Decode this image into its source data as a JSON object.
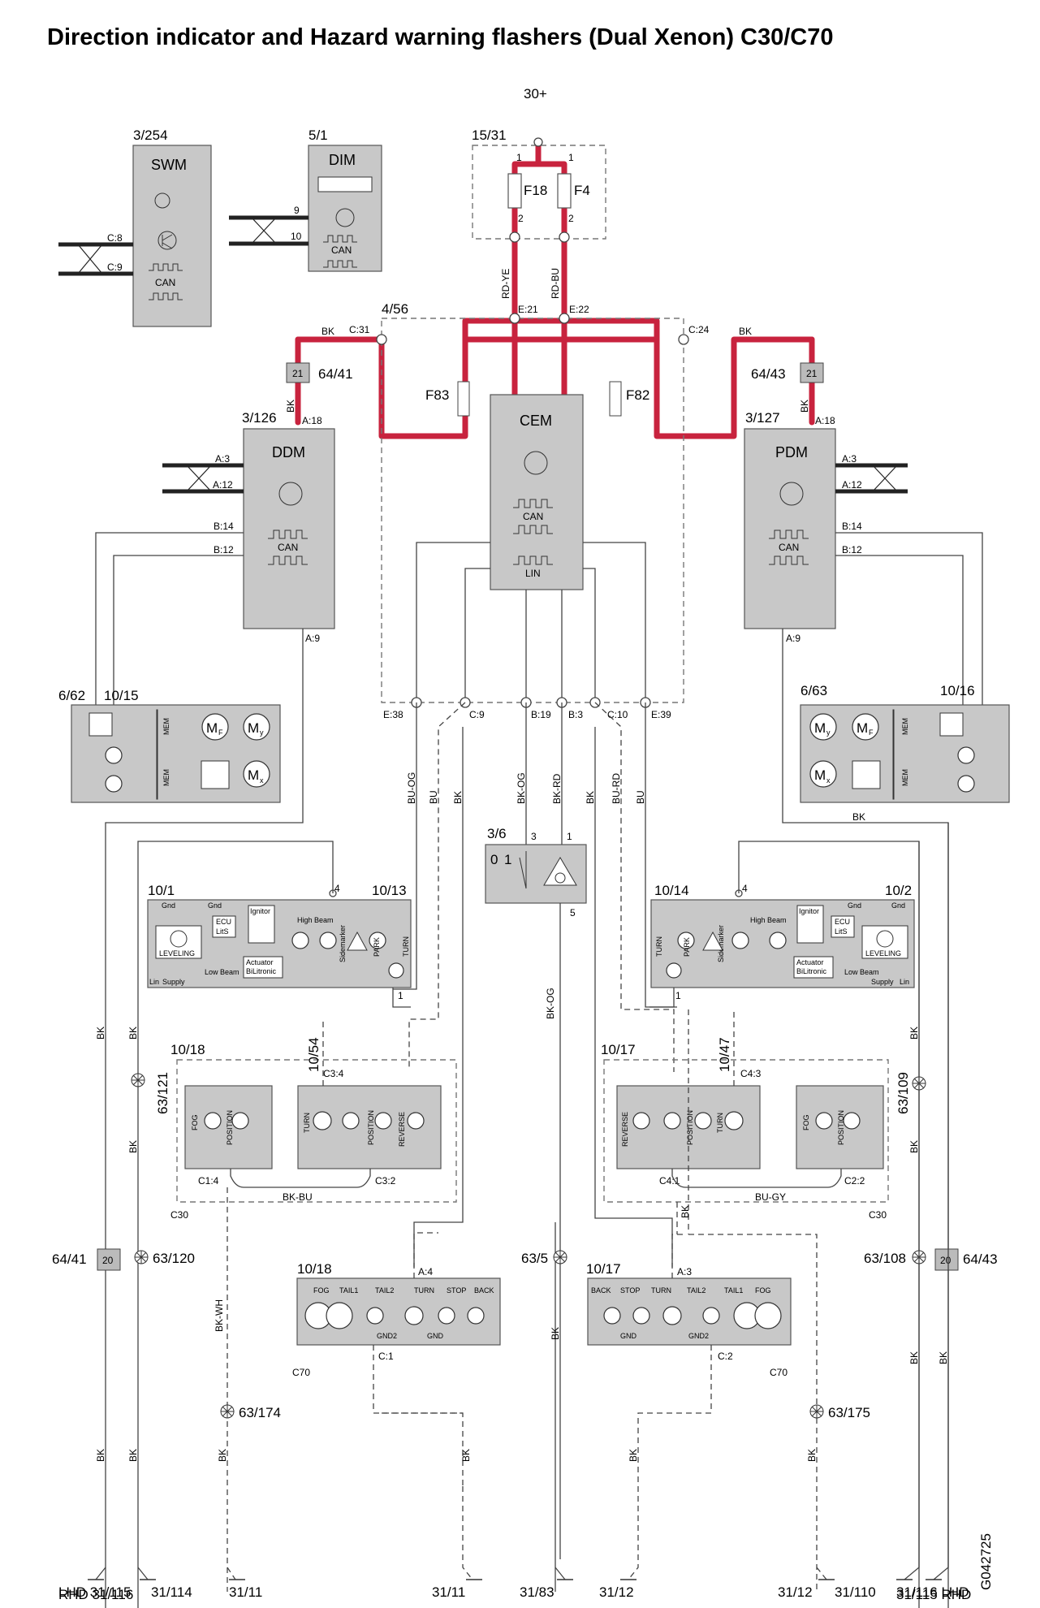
{
  "title": "Direction indicator and Hazard warning flashers (Dual Xenon) C30/C70",
  "supply": "30+",
  "fuse_box": {
    "id": "15/31",
    "fuses": [
      "F18",
      "F4"
    ],
    "pins": [
      "1",
      "1",
      "2",
      "2"
    ]
  },
  "modules": {
    "swm": {
      "id": "3/254",
      "name": "SWM",
      "pins": [
        "C:8",
        "C:9"
      ],
      "can": "CAN"
    },
    "dim": {
      "id": "5/1",
      "name": "DIM",
      "pins": [
        "9",
        "10"
      ],
      "can": "CAN"
    },
    "cem_group": {
      "id": "4/56"
    },
    "cem": {
      "name": "CEM",
      "can": "CAN",
      "lin": "LIN",
      "fuses": [
        "F83",
        "F82"
      ]
    },
    "ddm": {
      "id": "3/126",
      "name": "DDM",
      "can": "CAN",
      "pins": [
        "A:18",
        "A:3",
        "A:12",
        "B:14",
        "B:12",
        "A:9"
      ]
    },
    "pdm": {
      "id": "3/127",
      "name": "PDM",
      "can": "CAN",
      "pins": [
        "A:18",
        "A:3",
        "A:12",
        "B:14",
        "B:12",
        "A:9"
      ]
    }
  },
  "cem_pins": [
    "C:31",
    "E:21",
    "E:22",
    "C:24",
    "E:38",
    "C:9",
    "B:19",
    "B:3",
    "C:10",
    "E:39"
  ],
  "wires": {
    "rd_ye": "RD-YE",
    "rd_bu": "RD-BU",
    "bk": "BK",
    "bu_og": "BU-OG",
    "bu": "BU",
    "bk_og": "BK-OG",
    "bk_rd": "BK-RD",
    "bu_rd": "BU-RD",
    "bk_bu": "BK-BU",
    "bu_gy": "BU-GY",
    "bk_wh": "BK-WH"
  },
  "connectors": {
    "c21_left": "21",
    "c21_right": "21",
    "id_64_41": "64/41",
    "id_64_43": "64/43",
    "c20_left": "20",
    "c20_right": "20",
    "id_64_41_b": "64/41",
    "id_64_43_b": "64/43"
  },
  "mirrors": {
    "left": {
      "id": "6/62",
      "sub": "10/15",
      "labels": [
        "M",
        "M",
        "M"
      ],
      "subs": [
        "F",
        "y",
        "x"
      ],
      "mem": [
        "MEM",
        "MEM"
      ]
    },
    "right": {
      "id": "6/63",
      "sub": "10/16",
      "labels": [
        "M",
        "M",
        "M"
      ],
      "subs": [
        "y",
        "F",
        "x"
      ],
      "mem": [
        "MEM",
        "MEM"
      ]
    }
  },
  "hazard_switch": {
    "id": "3/6",
    "pins": [
      "3",
      "1",
      "5"
    ],
    "positions": [
      "0",
      "1"
    ]
  },
  "headlamps": {
    "left": {
      "id": "10/1",
      "sub": "10/13",
      "pin_top": "4",
      "pin_bottom": "1",
      "labels": [
        "Gnd",
        "Gnd",
        "ECU",
        "LitS",
        "Ignitor",
        "High Beam",
        "Sidemarker",
        "PARK",
        "TURN",
        "LEVELING",
        "Actuator",
        "BiLitronic",
        "Lin",
        "Supply",
        "Low Beam"
      ]
    },
    "right": {
      "id": "10/2",
      "sub": "10/14",
      "pin_top": "4",
      "pin_bottom": "1",
      "labels": [
        "Gnd",
        "Gnd",
        "ECU",
        "LitS",
        "Ignitor",
        "High Beam",
        "Sidemarker",
        "PARK",
        "TURN",
        "LEVELING",
        "Actuator",
        "BiLitronic",
        "Lin",
        "Supply",
        "Low Beam"
      ]
    }
  },
  "tail_c30": {
    "left": {
      "id": "10/18",
      "sub": "10/54",
      "pins": [
        "C3:4",
        "C1:4",
        "C3:2"
      ],
      "lamps_a": [
        "FOG",
        "POSITION"
      ],
      "lamps_b": [
        "TURN",
        "",
        "POSITION",
        "REVERSE"
      ],
      "model": "C30"
    },
    "right": {
      "id": "10/17",
      "sub": "10/47",
      "pins": [
        "C4:3",
        "C4:1",
        "C2:2"
      ],
      "lamps_a": [
        "REVERSE",
        "",
        "POSITION",
        "TURN"
      ],
      "lamps_b": [
        "FOG",
        "POSITION"
      ],
      "model": "C30"
    }
  },
  "tail_c70": {
    "left": {
      "id": "10/18",
      "pin_top": "A:4",
      "pin_bottom": "C:1",
      "lamps": [
        "FOG",
        "TAIL1",
        "TAIL2",
        "TURN",
        "STOP",
        "BACK"
      ],
      "gnd": [
        "GND2",
        "GND"
      ],
      "model": "C70"
    },
    "right": {
      "id": "10/17",
      "pin_top": "A:3",
      "pin_bottom": "C:2",
      "lamps": [
        "BACK",
        "STOP",
        "TURN",
        "TAIL2",
        "TAIL1",
        "FOG"
      ],
      "gnd": [
        "GND",
        "GND2"
      ],
      "model": "C70"
    }
  },
  "splices": [
    "63/121",
    "63/120",
    "63/174",
    "63/109",
    "63/108",
    "63/175",
    "63/5"
  ],
  "grounds": {
    "g1": "LHD 31/115",
    "g1b": "RHD 31/116",
    "g2": "31/114",
    "g3": "31/11",
    "g4": "31/11",
    "g5": "31/83",
    "g6": "31/12",
    "g7": "31/12",
    "g8": "31/110",
    "g9": "31/116 LHD",
    "g9b": "31/115 RHD"
  },
  "doc_number": "G042725"
}
